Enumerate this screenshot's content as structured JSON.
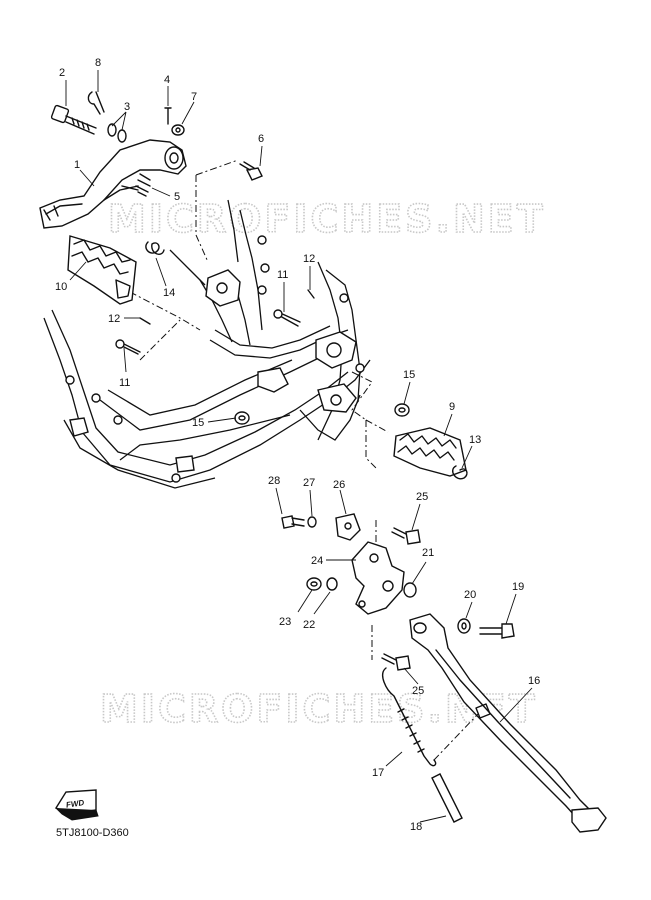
{
  "watermark": "MICROFICHES.NET",
  "diagram_code": "5TJ8100-D360",
  "fwd_label": "FWD",
  "callouts": [
    "2",
    "8",
    "3",
    "4",
    "7",
    "6",
    "1",
    "5",
    "10",
    "14",
    "11",
    "12",
    "12",
    "11",
    "15",
    "15",
    "9",
    "13",
    "28",
    "27",
    "26",
    "25",
    "24",
    "21",
    "23",
    "22",
    "20",
    "19",
    "25",
    "16",
    "17",
    "18"
  ]
}
